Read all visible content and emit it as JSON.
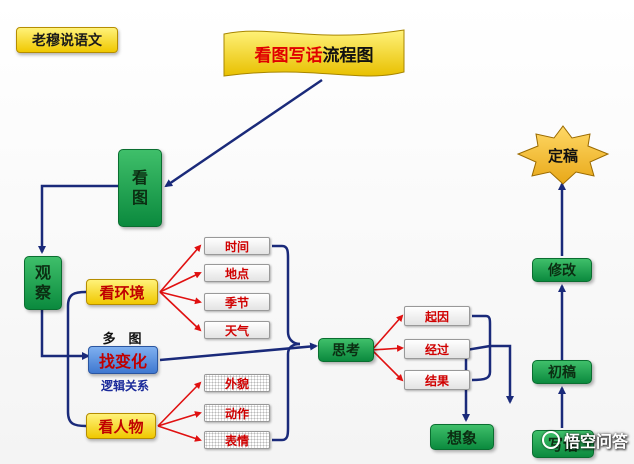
{
  "badge": "老穆说语文",
  "title": {
    "red": "看图写话",
    "rest": "流程图"
  },
  "nodes": {
    "look": [
      "看",
      "图"
    ],
    "observe": [
      "观",
      "察"
    ],
    "env": "看环境",
    "change": "找变化",
    "people": "看人物",
    "multi_label": "多　图",
    "logic_label": "逻辑关系",
    "think": "思考",
    "imagine": "想象",
    "write": "写话",
    "draft": "初稿",
    "revise": "修改",
    "final": "定稿"
  },
  "env_items": [
    "时间",
    "地点",
    "季节",
    "天气"
  ],
  "people_items": [
    "外貌",
    "动作",
    "表情"
  ],
  "plot_items": [
    "起因",
    "经过",
    "结果"
  ],
  "watermark": "悟空问答",
  "colors": {
    "green": "#0b8a3e",
    "yellow": "#f0c800",
    "arrow_dark": "#1a2a7a",
    "arrow_red": "#e01010"
  }
}
